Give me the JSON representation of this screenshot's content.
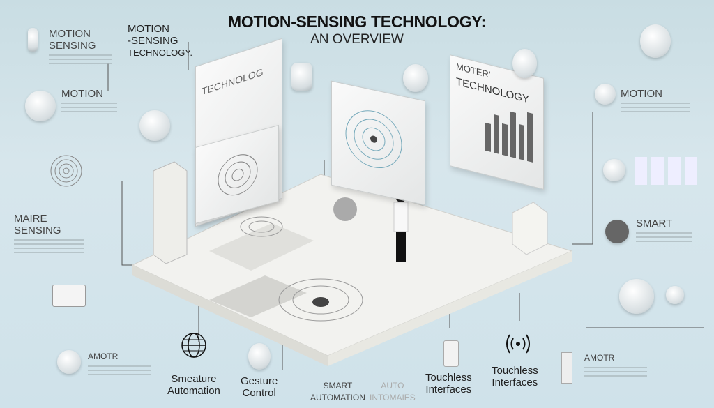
{
  "header": {
    "title": "MOTION-SENSING TECHNOLOGY:",
    "subtitle": "AN OVERVIEW"
  },
  "left_labels": [
    {
      "line1": "MOTION",
      "line2": "SENSING"
    },
    {
      "line1": "MOTION",
      "line2": "-SENSING",
      "line3": "TECHNOLOGY."
    },
    {
      "line1": "MOTION"
    },
    {
      "line1": "MAIRE",
      "line2": "SENSING"
    },
    {
      "line1": "AMOTR"
    }
  ],
  "right_labels": [
    {
      "line1": "MOTION"
    },
    {
      "line1": "SMART"
    },
    {
      "line1": "AMOTR"
    }
  ],
  "screens": {
    "right_panel_line1": "MOTER'",
    "right_panel_line2": "TECHNOLOGY",
    "left_panel": "TECHNOLOG"
  },
  "bottom_labels": [
    {
      "line1": "Smeature",
      "line2": "Automation",
      "icon": "globe-icon"
    },
    {
      "line1": "Gesture",
      "line2": "Control",
      "icon": "camera-icon"
    },
    {
      "line1": "SMART",
      "line2": "AUTOMATION"
    },
    {
      "line1": "AUTO",
      "line2": "INTOMAIES"
    },
    {
      "line1": "Touchless",
      "line2": "Interfaces",
      "icon": "tablet-icon"
    },
    {
      "line1": "Touchless",
      "line2": "Interfaces",
      "icon": "wireless-signal-icon"
    }
  ],
  "colors": {
    "background": "#cfe2ea",
    "platform": "#f2f2ef",
    "text": "#222222"
  }
}
